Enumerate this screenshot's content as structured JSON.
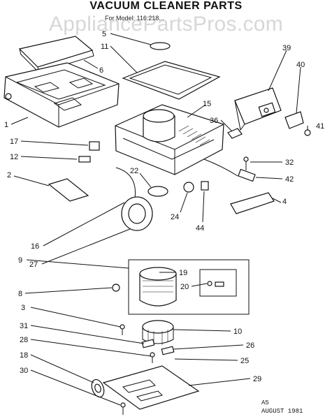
{
  "page": {
    "title": "VACUUM CLEANER PARTS",
    "model_line": "For Model: 116.218...",
    "watermark": "AppliancePartsPros.com",
    "footer_code": "A5",
    "footer_date": "AUGUST 1981"
  },
  "callouts": [
    {
      "id": "5",
      "label": "5"
    },
    {
      "id": "11",
      "label": "11"
    },
    {
      "id": "6",
      "label": "6"
    },
    {
      "id": "39",
      "label": "39"
    },
    {
      "id": "40",
      "label": "40"
    },
    {
      "id": "15",
      "label": "15"
    },
    {
      "id": "36",
      "label": "36"
    },
    {
      "id": "41",
      "label": "41"
    },
    {
      "id": "1",
      "label": "1"
    },
    {
      "id": "17",
      "label": "17"
    },
    {
      "id": "12",
      "label": "12"
    },
    {
      "id": "32",
      "label": "32"
    },
    {
      "id": "2",
      "label": "2"
    },
    {
      "id": "22",
      "label": "22"
    },
    {
      "id": "42",
      "label": "42"
    },
    {
      "id": "4",
      "label": "4"
    },
    {
      "id": "24",
      "label": "24"
    },
    {
      "id": "44",
      "label": "44"
    },
    {
      "id": "16",
      "label": "16"
    },
    {
      "id": "27",
      "label": "27"
    },
    {
      "id": "9",
      "label": "9"
    },
    {
      "id": "19",
      "label": "19"
    },
    {
      "id": "20",
      "label": "20"
    },
    {
      "id": "8",
      "label": "8"
    },
    {
      "id": "3",
      "label": "3"
    },
    {
      "id": "10",
      "label": "10"
    },
    {
      "id": "31",
      "label": "31"
    },
    {
      "id": "26",
      "label": "26"
    },
    {
      "id": "28",
      "label": "28"
    },
    {
      "id": "25",
      "label": "25"
    },
    {
      "id": "18",
      "label": "18"
    },
    {
      "id": "29",
      "label": "29"
    },
    {
      "id": "30",
      "label": "30"
    }
  ]
}
